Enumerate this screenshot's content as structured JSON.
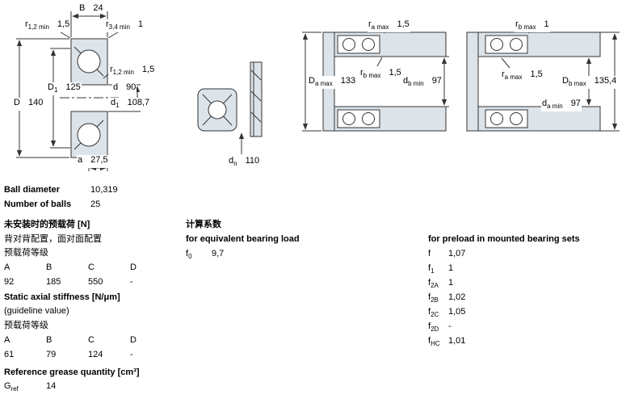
{
  "colors": {
    "drawing_fill": "#dce4ea",
    "line": "#333333"
  },
  "diagram1": {
    "b": {
      "base": "B",
      "sub": "",
      "value": "24"
    },
    "r12_top": {
      "base": "r",
      "sub": "1,2 min",
      "value": "1,5"
    },
    "r34_top": {
      "base": "r",
      "sub": "3,4 min",
      "value": "1"
    },
    "r12_right": {
      "base": "r",
      "sub": "1,2 min",
      "value": "1,5"
    },
    "D1": {
      "base": "D",
      "sub": "1",
      "value": "125"
    },
    "d": {
      "base": "d",
      "sub": "",
      "value": "90"
    },
    "D": {
      "base": "D",
      "sub": "",
      "value": "140"
    },
    "d1": {
      "base": "d",
      "sub": "1",
      "value": "108,7"
    },
    "a": {
      "base": "a",
      "sub": "",
      "value": "27,5"
    }
  },
  "diagram2": {
    "dn": {
      "base": "d",
      "sub": "n",
      "value": "110"
    }
  },
  "diagram3": {
    "ra": {
      "base": "r",
      "sub": "a max",
      "value": "1,5"
    },
    "Da": {
      "base": "D",
      "sub": "a max",
      "value": "133"
    },
    "rb": {
      "base": "r",
      "sub": "b max",
      "value": "1,5"
    },
    "db": {
      "base": "d",
      "sub": "b min",
      "value": "97"
    }
  },
  "diagram4": {
    "rb": {
      "base": "r",
      "sub": "b max",
      "value": "1"
    },
    "ra": {
      "base": "r",
      "sub": "a max",
      "value": "1,5"
    },
    "Db": {
      "base": "D",
      "sub": "b max",
      "value": "135,4"
    },
    "da": {
      "base": "d",
      "sub": "a min",
      "value": "97"
    }
  },
  "specs": {
    "ball_diameter": {
      "label": "Ball diameter",
      "value": "10,319"
    },
    "number_of_balls": {
      "label": "Number of balls",
      "value": "25"
    },
    "preload": {
      "title": "未安装时的预载荷 [N]",
      "subtitle": "背对背配置，面对面配置",
      "class_label": "预载荷等级",
      "headers": [
        "A",
        "B",
        "C",
        "D"
      ],
      "values": [
        "92",
        "185",
        "550",
        "-"
      ]
    },
    "stiffness": {
      "title": "Static axial stiffness [N/μm]",
      "subtitle": "(guideline value)",
      "class_label": "预载荷等级",
      "headers": [
        "A",
        "B",
        "C",
        "D"
      ],
      "values": [
        "61",
        "79",
        "124",
        "-"
      ]
    },
    "grease": {
      "title": "Reference grease quantity [cm³]",
      "symbol": {
        "base": "G",
        "sub": "ref"
      },
      "value": "14"
    }
  },
  "calc": {
    "title": "计算系数",
    "equiv_title": "for equivalent bearing load",
    "f0": {
      "base": "f",
      "sub": "0",
      "value": "9,7"
    }
  },
  "preload_factors": {
    "title": "for preload in mounted bearing sets",
    "rows": [
      {
        "base": "f",
        "sub": "",
        "value": "1,07"
      },
      {
        "base": "f",
        "sub": "1",
        "value": "1"
      },
      {
        "base": "f",
        "sub": "2A",
        "value": "1"
      },
      {
        "base": "f",
        "sub": "2B",
        "value": "1,02"
      },
      {
        "base": "f",
        "sub": "2C",
        "value": "1,05"
      },
      {
        "base": "f",
        "sub": "2D",
        "value": "-"
      },
      {
        "base": "f",
        "sub": "HC",
        "value": "1,01"
      }
    ]
  }
}
